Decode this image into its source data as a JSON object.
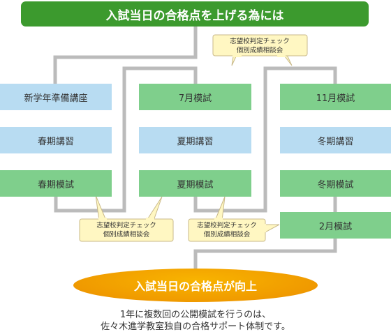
{
  "header": {
    "title": "入試当日の合格点を上げる為には"
  },
  "columns": [
    {
      "items": [
        "新学年準備講座",
        "春期講習",
        "春期模試"
      ]
    },
    {
      "items": [
        "7月模試",
        "夏期講習",
        "夏期模試"
      ]
    },
    {
      "items": [
        "11月模試",
        "冬期講習",
        "冬期模試",
        "2月模試"
      ]
    }
  ],
  "consultation": {
    "line1": "志望校判定チェック",
    "line2": "個別成績相談会"
  },
  "result": {
    "label": "入試当日の合格点が向上"
  },
  "footer": {
    "line1": "1年に複数回の公開模試を行うのは、",
    "line2": "佐々木進学教室独自の合格サポート体制です。"
  },
  "colors": {
    "banner": "#3c9a2e",
    "lecture": "#b8dcf2",
    "exam": "#7fcf8c",
    "result": "#f09a00",
    "note": "#fff7c2"
  }
}
